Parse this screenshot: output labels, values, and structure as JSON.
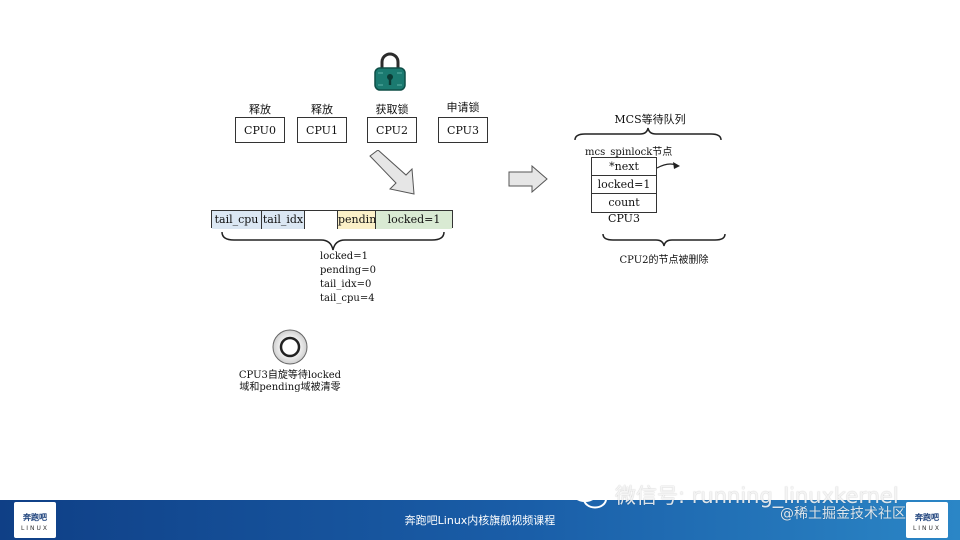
{
  "cpus": [
    {
      "label": "释放",
      "name": "CPU0"
    },
    {
      "label": "释放",
      "name": "CPU1"
    },
    {
      "label": "获取锁",
      "name": "CPU2"
    },
    {
      "label": "申请锁",
      "name": "CPU3"
    }
  ],
  "lockword": {
    "fields": [
      "tail_cpu",
      "tail_idx",
      "",
      "pending",
      "locked=1"
    ],
    "colors": [
      "#dbe7f3",
      "#dbe7f3",
      "#ffffff",
      "#fbf0c8",
      "#d9ead3"
    ]
  },
  "values": [
    "locked=1",
    "pending=0",
    "tail_idx=0",
    "tail_cpu=4"
  ],
  "spin_caption": {
    "line1": "CPU3自旋等待locked",
    "line2": "域和pending域被清零"
  },
  "mcs": {
    "queue_title": "MCS等待队列",
    "node_title": "mcs_spinlock节点",
    "fields": [
      "*next",
      "locked=1",
      "count"
    ],
    "node_cpu": "CPU3",
    "caption": "CPU2的节点被删除"
  },
  "footer": {
    "title": "奔跑吧Linux内核旗舰视频课程",
    "logo_text": "奔跑吧",
    "logo_sub": "LINUX"
  },
  "watermark": {
    "wechat": "微信号: running_linuxkernel",
    "community": "@稀土掘金技术社区"
  },
  "icons": {
    "lock": "lock-icon",
    "spinner": "spin-ring-icon",
    "arrow": "arrow-icon",
    "wechat": "wechat-icon"
  },
  "colors": {
    "lock": "#1b7a70",
    "footer": "#1a5ea8"
  }
}
